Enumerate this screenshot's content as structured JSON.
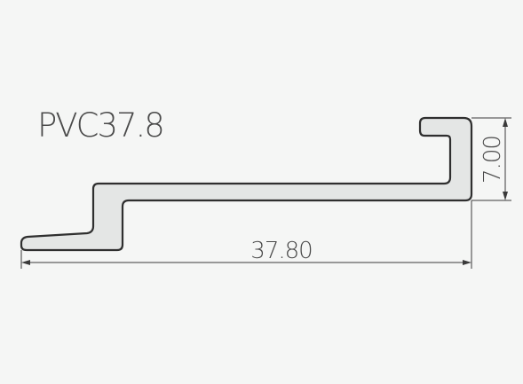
{
  "title": "PVC37.8",
  "dimensions": {
    "width_label": "37.80",
    "height_label": "7.00"
  },
  "colors": {
    "background": "#f5f6f5",
    "profile_fill": "#e4e6e5",
    "outline": "#2f2f2f"
  }
}
